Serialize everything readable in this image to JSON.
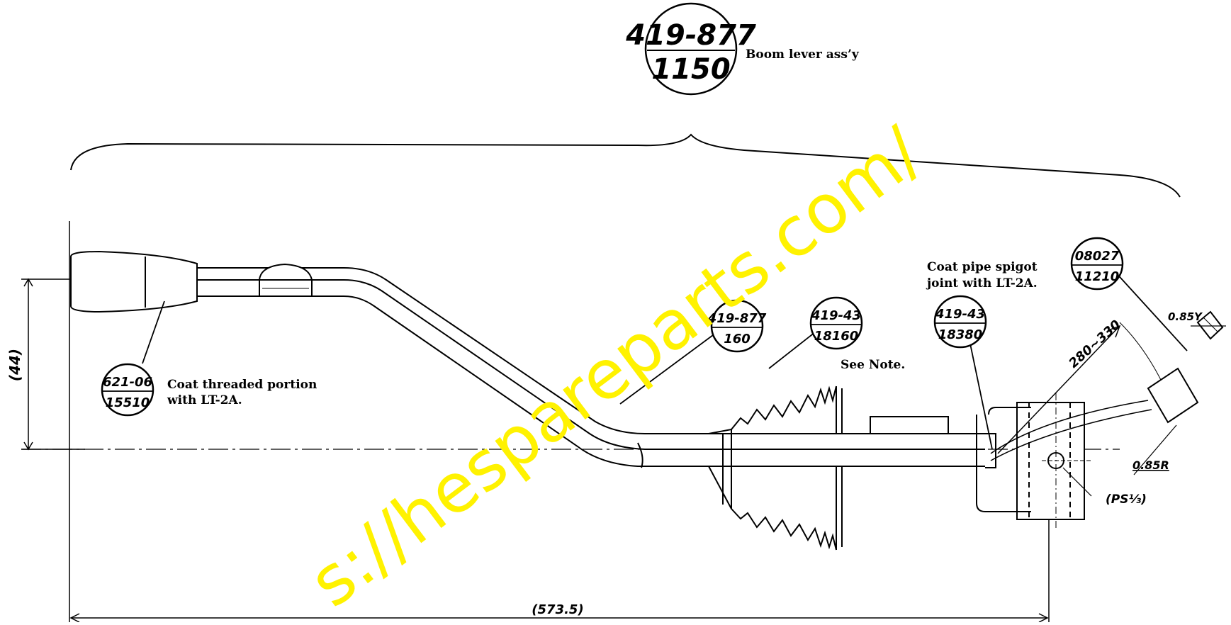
{
  "title_bubble": {
    "top": "419-877",
    "bottom": "1150",
    "label": "Boom lever ass’y"
  },
  "callouts": [
    {
      "id": "grip",
      "top": "621-06",
      "bottom": "15510",
      "note_lines": [
        "Coat threaded portion",
        "with LT-2A."
      ]
    },
    {
      "id": "lever",
      "top": "419-877",
      "bottom": "160",
      "note_lines": []
    },
    {
      "id": "boot",
      "top": "419-43",
      "bottom": "18160",
      "note_lines": [
        "See Note."
      ]
    },
    {
      "id": "spigot",
      "top": "419-43",
      "bottom": "18380",
      "note_lines": [
        "Coat pipe spigot",
        "joint with LT-2A."
      ]
    },
    {
      "id": "connector",
      "top": "08027",
      "bottom": "11210",
      "note_lines": []
    }
  ],
  "dimensions": {
    "height": "(44)",
    "length": "(573.5)",
    "cable": "280~330",
    "wire_top": "0.85Y",
    "wire_bottom": "0.85R",
    "thread": "(PS⅓)"
  },
  "watermark": "s://hespareparts.com/"
}
